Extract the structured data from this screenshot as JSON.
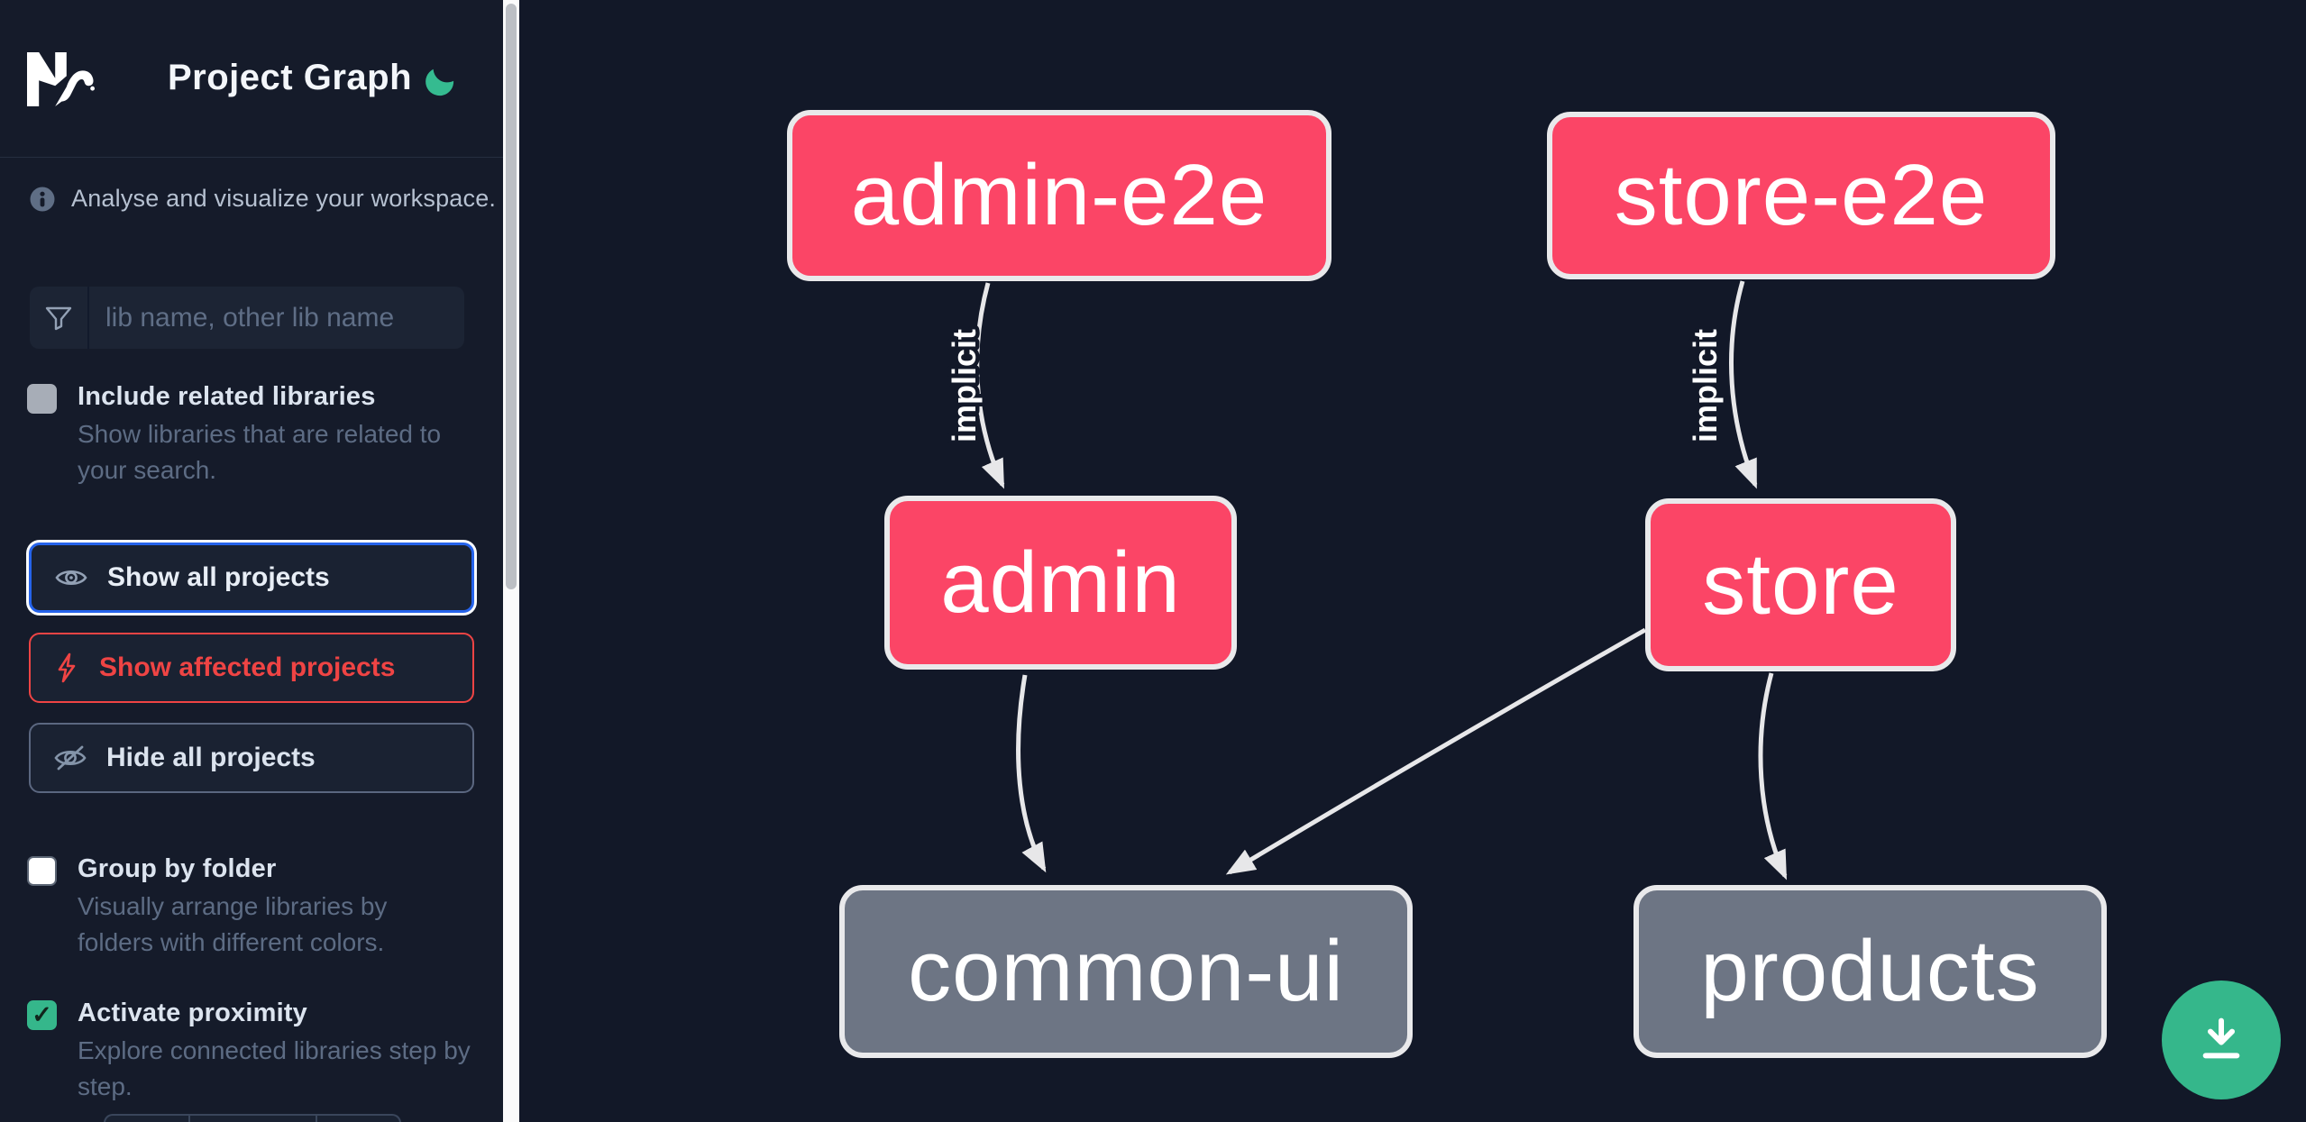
{
  "header": {
    "title": "Project Graph",
    "logo": "nx-logo",
    "theme_toggle_icon": "moon-icon"
  },
  "sidebar": {
    "tagline": "Analyse and visualize your workspace.",
    "search": {
      "placeholder": "lib name, other lib name",
      "value": "",
      "icon": "funnel-icon"
    },
    "toggles": [
      {
        "label": "Include related libraries",
        "description": "Show libraries that are related to your search.",
        "checked": false
      },
      {
        "label": "Group by folder",
        "description": "Visually arrange libraries by folders with different colors.",
        "checked": false
      },
      {
        "label": "Activate proximity",
        "description": "Explore connected libraries step by step.",
        "checked": true,
        "checkmark": "✓"
      }
    ],
    "actions": [
      {
        "label": "Show all projects",
        "icon": "eye-icon",
        "state": "focused"
      },
      {
        "label": "Show affected projects",
        "icon": "bolt-icon",
        "state": "danger"
      },
      {
        "label": "Hide all projects",
        "icon": "eye-off-icon",
        "state": "default"
      }
    ]
  },
  "graph": {
    "nodes": [
      {
        "id": "admin-e2e",
        "label": "admin-e2e",
        "color": "#fb4566"
      },
      {
        "id": "store-e2e",
        "label": "store-e2e",
        "color": "#fb4566"
      },
      {
        "id": "admin",
        "label": "admin",
        "color": "#fb4566"
      },
      {
        "id": "store",
        "label": "store",
        "color": "#fb4566"
      },
      {
        "id": "common-ui",
        "label": "common-ui",
        "color": "#6d7584"
      },
      {
        "id": "products",
        "label": "products",
        "color": "#6d7584"
      }
    ],
    "edges": [
      {
        "from": "admin-e2e",
        "to": "admin",
        "label": "implicit"
      },
      {
        "from": "store-e2e",
        "to": "store",
        "label": "implicit"
      },
      {
        "from": "admin",
        "to": "common-ui",
        "label": ""
      },
      {
        "from": "store",
        "to": "common-ui",
        "label": ""
      },
      {
        "from": "store",
        "to": "products",
        "label": ""
      }
    ],
    "download_button_icon": "download-icon"
  },
  "colors": {
    "node_primary": "#fb4566",
    "node_muted": "#6d7584",
    "node_border": "#e9e9eb",
    "edge": "#e7e7e9",
    "accent_green": "#35b78b",
    "focus_blue": "#2563eb",
    "danger_red": "#ef4444",
    "sidebar_bg": "#151b2a",
    "canvas_bg": "#121828"
  }
}
